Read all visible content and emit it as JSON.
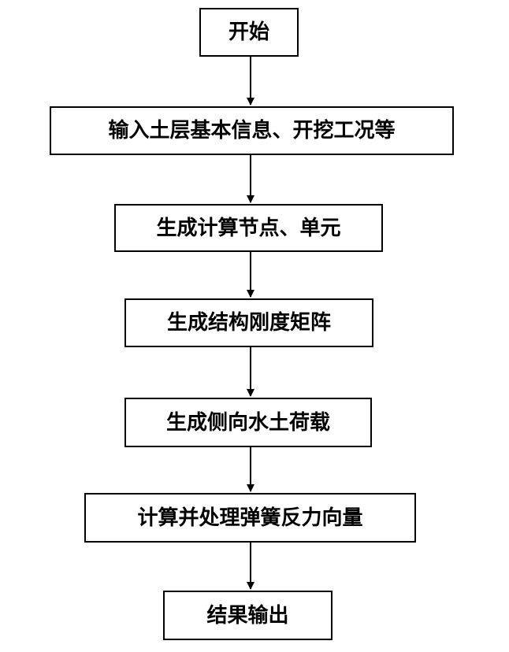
{
  "flowchart": {
    "steps": [
      {
        "id": "start",
        "label": "开始"
      },
      {
        "id": "input",
        "label": "输入土层基本信息、开挖工况等"
      },
      {
        "id": "nodes",
        "label": "生成计算节点、单元"
      },
      {
        "id": "stiffness",
        "label": "生成结构刚度矩阵"
      },
      {
        "id": "load",
        "label": "生成侧向水土荷载"
      },
      {
        "id": "spring",
        "label": "计算并处理弹簧反力向量"
      },
      {
        "id": "output",
        "label": "结果输出"
      }
    ],
    "colors": {
      "stroke": "#000000",
      "fill": "#ffffff",
      "text": "#000000"
    }
  }
}
